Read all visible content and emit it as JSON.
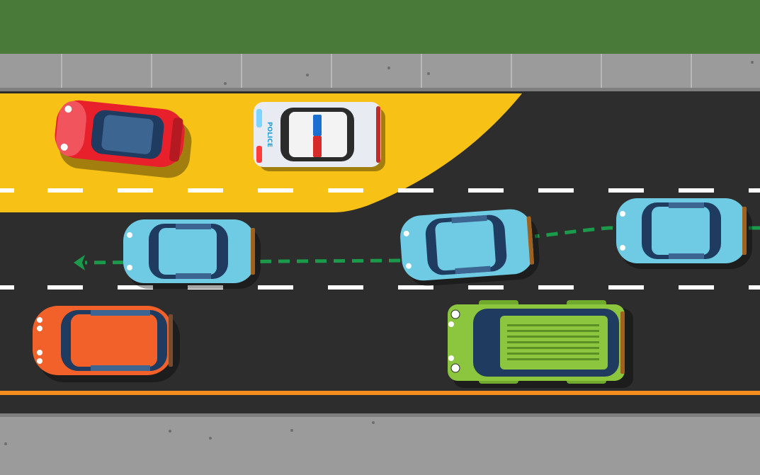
{
  "scene": {
    "description_visible_text": "",
    "police_car_label": "POLICE"
  },
  "colors": {
    "grass": "#4a7a3a",
    "sidewalk": "#9b9b9b",
    "road": "#2d2d2d",
    "shoulder_highlight": "#f7c215",
    "lane_marking": "#ffffff",
    "edge_line": "#f58c1e",
    "path_arrow": "#1a9a4a"
  },
  "vehicles": [
    {
      "name": "red-sports-car",
      "color": "#e8202c"
    },
    {
      "name": "police-car",
      "color": "#e8ecf2"
    },
    {
      "name": "blue-car-middle-lane-left",
      "color": "#6fcbe3"
    },
    {
      "name": "blue-car-changing-lanes",
      "color": "#6fcbe3"
    },
    {
      "name": "blue-car-middle-lane-right",
      "color": "#6fcbe3"
    },
    {
      "name": "orange-car",
      "color": "#f26129"
    },
    {
      "name": "green-suv",
      "color": "#8cc63e"
    }
  ],
  "icons": [
    "green-left-arrow-icon"
  ]
}
